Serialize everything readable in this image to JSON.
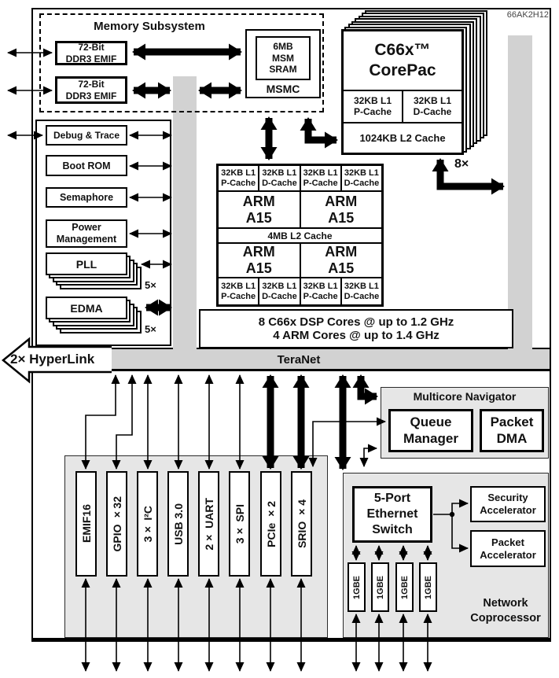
{
  "chip": {
    "part_number": "66AK2H12"
  },
  "colors": {
    "bus_gray": "#d2d2d2",
    "panel_gray": "#e6e6e6",
    "line_black": "#000000",
    "background": "#ffffff"
  },
  "memory_subsystem": {
    "title": "Memory Subsystem",
    "ddr3_emif_top": "72-Bit\nDDR3 EMIF",
    "ddr3_emif_bottom": "72-Bit\nDDR3 EMIF",
    "msm_sram": "6MB\nMSM\nSRAM",
    "msmc": "MSMC"
  },
  "corepac": {
    "title": "C66x™\nCorePac",
    "l1p": "32KB L1\nP-Cache",
    "l1d": "32KB L1\nD-Cache",
    "l2": "1024KB L2 Cache",
    "multiplier": "8×"
  },
  "arm_cluster": {
    "l1p": "32KB L1\nP-Cache",
    "l1d": "32KB L1\nD-Cache",
    "core": "ARM\nA15",
    "l2": "4MB L2 Cache"
  },
  "summary": {
    "line1": "8 C66x DSP Cores @ up to 1.2 GHz",
    "line2": "4 ARM Cores @ up to 1.4 GHz"
  },
  "left_column": {
    "debug": "Debug & Trace",
    "boot_rom": "Boot ROM",
    "semaphore": "Semaphore",
    "power": "Power\nManagement",
    "pll": "PLL",
    "pll_multiplier": "5×",
    "edma": "EDMA",
    "edma_multiplier": "5×"
  },
  "interconnect": {
    "teranet": "TeraNet",
    "hyperlink": "2× HyperLink"
  },
  "navigator": {
    "title": "Multicore Navigator",
    "queue_manager": "Queue\nManager",
    "packet_dma": "Packet\nDMA"
  },
  "peripherals": {
    "items": [
      "EMIF16",
      "GPIO ×32",
      "3× I²C",
      "USB 3.0",
      "2× UART",
      "3× SPI",
      "PCIe ×2",
      "SRIO ×4"
    ]
  },
  "network_coprocessor": {
    "ethernet_switch": "5-Port\nEthernet\nSwitch",
    "security_accelerator": "Security\nAccelerator",
    "packet_accelerator": "Packet\nAccelerator",
    "gbe": "1GBE",
    "title": "Network\nCoprocessor"
  }
}
